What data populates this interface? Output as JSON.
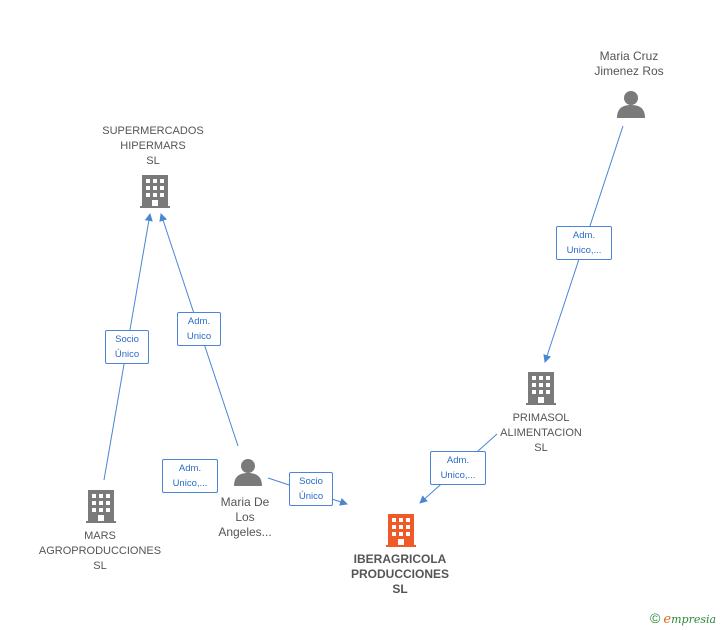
{
  "nodes": {
    "supermercados": {
      "lines": [
        "SUPERMERCADOS",
        "HIPERMARS",
        "SL"
      ],
      "type": "company"
    },
    "maria_cruz": {
      "lines": [
        "Maria Cruz",
        "Jimenez Ros"
      ],
      "type": "person"
    },
    "primasol": {
      "lines": [
        "PRIMASOL",
        "ALIMENTACION",
        "SL"
      ],
      "type": "company"
    },
    "mars": {
      "lines": [
        "MARS",
        "AGROPRODUCCIONES",
        "SL"
      ],
      "type": "company"
    },
    "maria_de": {
      "lines": [
        "Maria De",
        "Los",
        "Angeles..."
      ],
      "type": "person"
    },
    "iberagricola": {
      "lines": [
        "IBERAGRICOLA",
        "PRODUCCIONES",
        "SL"
      ],
      "type": "company-main"
    }
  },
  "edges": {
    "mars_super": {
      "lines": [
        "Socio",
        "Único"
      ]
    },
    "mariade_super": {
      "lines": [
        "Adm.",
        "Unico"
      ]
    },
    "mariacruz_primasol": {
      "lines": [
        "Adm.",
        "Unico,..."
      ]
    },
    "primasol_iber": {
      "lines": [
        "Adm.",
        "Unico,..."
      ]
    },
    "mariade_self": {
      "lines": [
        "Adm.",
        "Unico,..."
      ]
    },
    "mariade_iber": {
      "lines": [
        "Socio",
        "Único"
      ]
    }
  },
  "colors": {
    "edge": "#4a86d4",
    "icon": "#7a7a7a",
    "main_icon": "#f05a28"
  },
  "footer": {
    "copyright": "©",
    "brand_e": "e",
    "brand_rest": "mpresia"
  }
}
